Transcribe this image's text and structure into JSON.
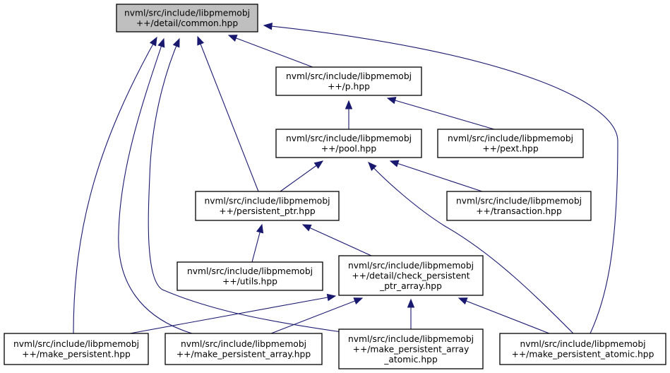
{
  "graph": {
    "nodes": [
      {
        "id": "common",
        "lines": [
          "nvml/src/include/libpmemobj",
          "++/detail/common.hpp"
        ],
        "highlight": true
      },
      {
        "id": "p",
        "lines": [
          "nvml/src/include/libpmemobj",
          "++/p.hpp"
        ]
      },
      {
        "id": "pool",
        "lines": [
          "nvml/src/include/libpmemobj",
          "++/pool.hpp"
        ]
      },
      {
        "id": "pext",
        "lines": [
          "nvml/src/include/libpmemobj",
          "++/pext.hpp"
        ]
      },
      {
        "id": "persistent_ptr",
        "lines": [
          "nvml/src/include/libpmemobj",
          "++/persistent_ptr.hpp"
        ]
      },
      {
        "id": "transaction",
        "lines": [
          "nvml/src/include/libpmemobj",
          "++/transaction.hpp"
        ]
      },
      {
        "id": "utils",
        "lines": [
          "nvml/src/include/libpmemobj",
          "++/utils.hpp"
        ]
      },
      {
        "id": "check_persistent",
        "lines": [
          "nvml/src/include/libpmemobj",
          "++/detail/check_persistent",
          "_ptr_array.hpp"
        ]
      },
      {
        "id": "make_persistent",
        "lines": [
          "nvml/src/include/libpmemobj",
          "++/make_persistent.hpp"
        ]
      },
      {
        "id": "make_persistent_array",
        "lines": [
          "nvml/src/include/libpmemobj",
          "++/make_persistent_array.hpp"
        ]
      },
      {
        "id": "make_persistent_array_atomic",
        "lines": [
          "nvml/src/include/libpmemobj",
          "++/make_persistent_array",
          "_atomic.hpp"
        ]
      },
      {
        "id": "make_persistent_atomic",
        "lines": [
          "nvml/src/include/libpmemobj",
          "++/make_persistent_atomic.hpp"
        ]
      }
    ],
    "edges": [
      {
        "from": "p",
        "to": "common"
      },
      {
        "from": "persistent_ptr",
        "to": "common"
      },
      {
        "from": "make_persistent",
        "to": "common"
      },
      {
        "from": "make_persistent_array",
        "to": "common"
      },
      {
        "from": "make_persistent_array_atomic",
        "to": "common"
      },
      {
        "from": "make_persistent_atomic",
        "to": "common"
      },
      {
        "from": "pool",
        "to": "p"
      },
      {
        "from": "pext",
        "to": "p"
      },
      {
        "from": "persistent_ptr",
        "to": "pool"
      },
      {
        "from": "transaction",
        "to": "pool"
      },
      {
        "from": "make_persistent_atomic",
        "to": "pool"
      },
      {
        "from": "utils",
        "to": "persistent_ptr"
      },
      {
        "from": "check_persistent",
        "to": "persistent_ptr"
      },
      {
        "from": "make_persistent",
        "to": "check_persistent"
      },
      {
        "from": "make_persistent_array",
        "to": "check_persistent"
      },
      {
        "from": "make_persistent_array_atomic",
        "to": "check_persistent"
      },
      {
        "from": "make_persistent_atomic",
        "to": "check_persistent"
      }
    ]
  }
}
